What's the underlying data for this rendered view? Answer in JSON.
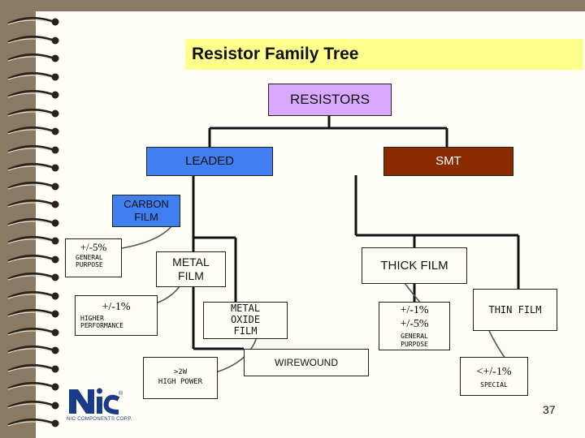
{
  "slide": {
    "title": "Resistor Family Tree",
    "page_number": "37"
  },
  "nodes": {
    "resistors": "RESISTORS",
    "leaded": "LEADED",
    "smt": "SMT",
    "carbon_film": "CARBON\nFILM",
    "carbon_tol": "+/-5%",
    "carbon_sub": "GENERAL\nPURPOSE",
    "metal_film": "METAL\nFILM",
    "metal_tol": "+/-1%",
    "metal_sub": "HIGHER\nPERFORMANCE",
    "metal_oxide": "METAL\nOXIDE\nFILM",
    "wirewound": "WIREWOUND",
    "wirewound_sub": ">2W\nHIGH POWER",
    "thick_film": "THICK FILM",
    "thick_tol": "+/-1%\n+/-5%",
    "thick_sub": "GENERAL\nPURPOSE",
    "thin_film": "THIN FILM",
    "thin_tol": "<+/-1%",
    "thin_sub": "SPECIAL"
  },
  "logo": {
    "mark": "NIC",
    "caption": "NIC COMPONENTS CORP.",
    "registered": "®"
  },
  "colors": {
    "title_bg": "#ffff8c",
    "resistors_bg": "#d8a8ff",
    "leaded_bg": "#3f7ff0",
    "smt_bg": "#8b2c00",
    "carbon_bg": "#3f7ff0",
    "logo_blue": "#1a3a8a"
  }
}
